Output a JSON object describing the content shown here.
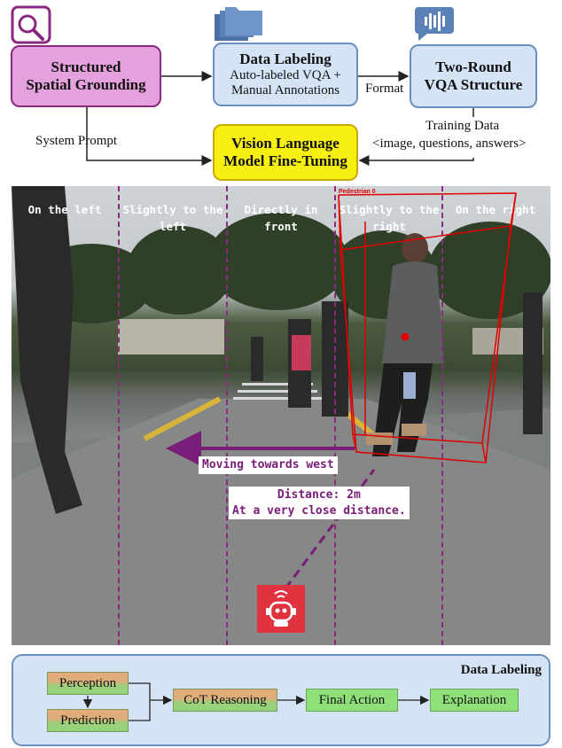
{
  "top_flow": {
    "structured_grounding": {
      "line1": "Structured",
      "line2": "Spatial Grounding"
    },
    "data_labeling": {
      "title": "Data Labeling",
      "line2": "Auto-labeled VQA +",
      "line3": "Manual Annotations"
    },
    "two_round": {
      "line1": "Two-Round",
      "line2": "VQA Structure"
    },
    "vlm": {
      "line1": "Vision Language",
      "line2": "Model Fine-Tuning"
    },
    "format_label": "Format",
    "system_prompt_label": "System Prompt",
    "training_data_label": "Training Data",
    "training_data_tuple": "<image, questions, answers>"
  },
  "photo": {
    "zones": [
      {
        "line1": "On the left",
        "line2": ""
      },
      {
        "line1": "Slightly to the",
        "line2": "left"
      },
      {
        "line1": "Directly in",
        "line2": "front"
      },
      {
        "line1": "Slightly to the",
        "line2": "right"
      },
      {
        "line1": "On the right",
        "line2": ""
      }
    ],
    "pedestrian_label": "Pedestrian 0",
    "movement_text": "Moving towards west",
    "distance_line1": "Distance: 2m",
    "distance_line2": "At a very close distance."
  },
  "bottom_panel": {
    "title": "Data Labeling",
    "perception": "Perception",
    "prediction": "Prediction",
    "cot": "CoT Reasoning",
    "final_action": "Final Action",
    "explanation": "Explanation"
  },
  "colors": {
    "pink_fill": "#e5a0de",
    "pink_border": "#8a2a7e",
    "blue_fill": "#d5e4f5",
    "blue_border": "#6b8fc0",
    "yellow_fill": "#f7ef11",
    "accent_purple": "#7a1d78",
    "bbox_red": "#e00000",
    "robot_red": "#e0333f"
  },
  "icons": [
    "magnifier-icon",
    "folders-icon",
    "chat-audio-icon",
    "robot-icon"
  ]
}
